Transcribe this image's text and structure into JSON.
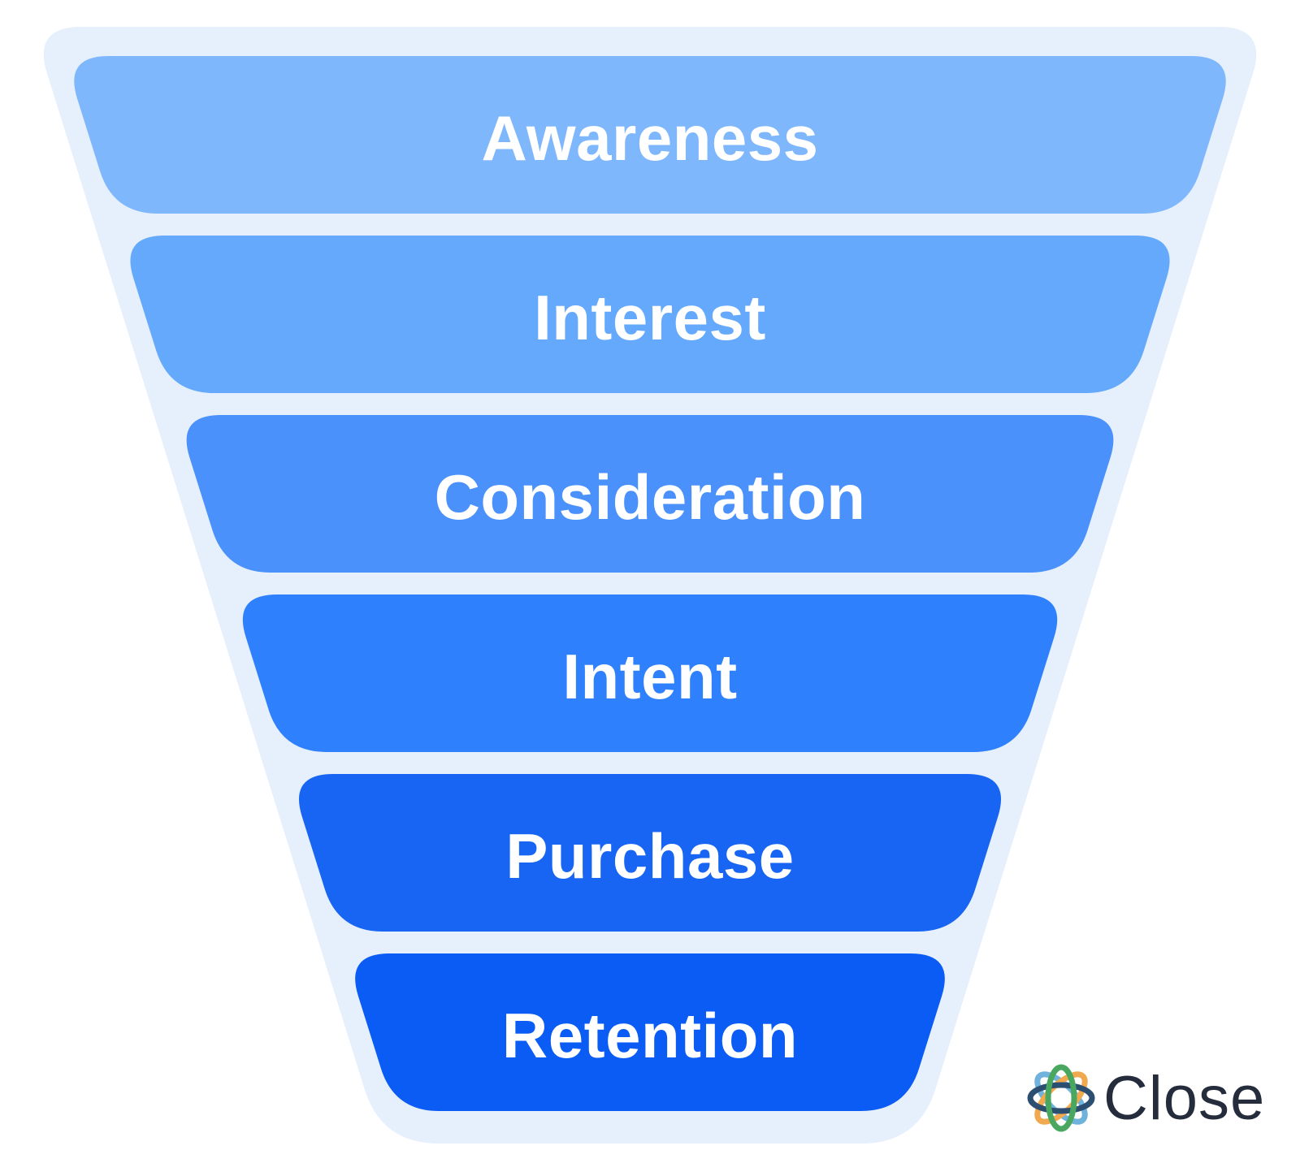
{
  "diagram": {
    "type": "funnel",
    "funnel_background_color": "#e6effc",
    "page_background_color": "#ffffff",
    "label_text_color": "#ffffff",
    "stages": [
      {
        "label": "Awareness",
        "color": "#7fb7fc"
      },
      {
        "label": "Interest",
        "color": "#64a9fc"
      },
      {
        "label": "Consideration",
        "color": "#4a91fc"
      },
      {
        "label": "Intent",
        "color": "#2f80fc"
      },
      {
        "label": "Purchase",
        "color": "#1765f2"
      },
      {
        "label": "Retention",
        "color": "#0a5cf5"
      }
    ]
  },
  "branding": {
    "name": "Close",
    "text_color": "#252d3d",
    "logo_mark_colors": {
      "green": "#4aa760",
      "orange": "#f0a94f",
      "light_blue": "#6fb3dd",
      "navy": "#2c4e70"
    }
  }
}
